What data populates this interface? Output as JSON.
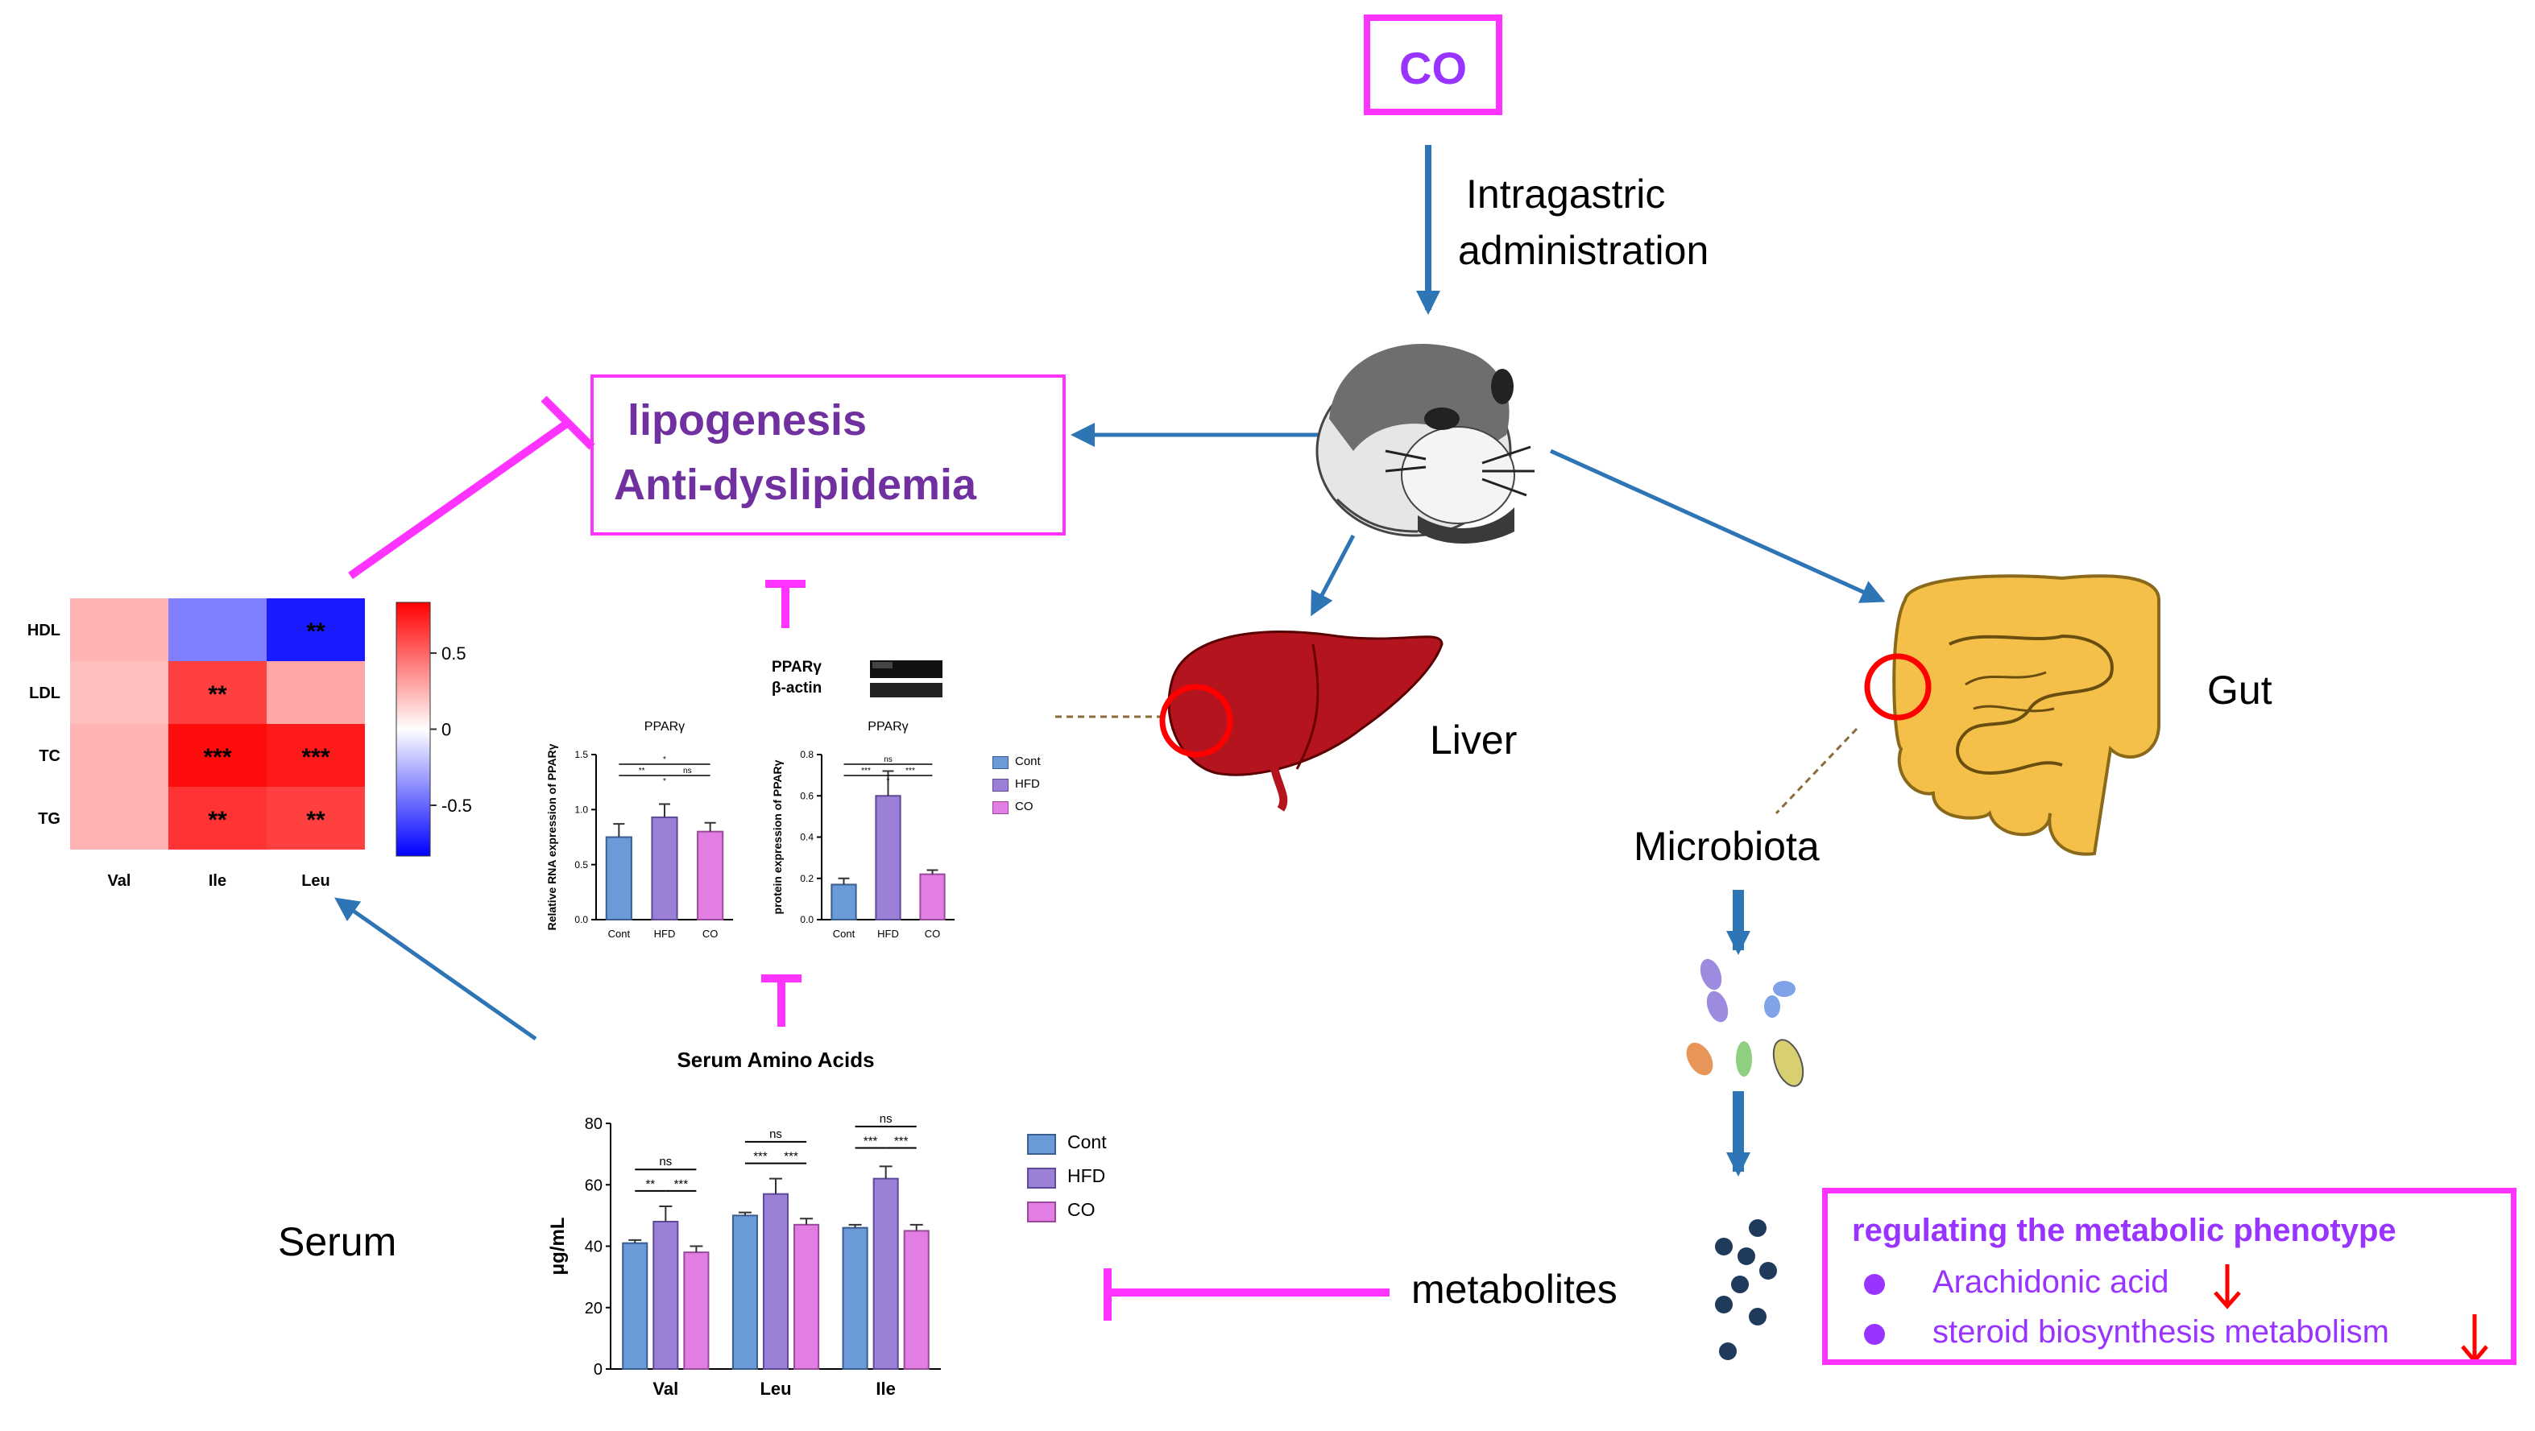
{
  "colors": {
    "magenta": "#ff33ff",
    "purple": "#7030a0",
    "violet": "#9933ff",
    "arrow_blue": "#2e75b6",
    "red": "#ff0000",
    "cont_bar": "#6a9bd8",
    "hfd_bar": "#9c7fd6",
    "co_bar": "#e27de3"
  },
  "icons": [
    "guinea-pig-icon",
    "liver-icon",
    "intestine-icon",
    "bacteria-icon",
    "metabolite-dots-icon",
    "down-arrow-icon",
    "inhibition-icon"
  ],
  "diagram": {
    "co_label": "CO",
    "administration_line1": "Intragastric",
    "administration_line2": "administration",
    "effect_line1": "lipogenesis",
    "effect_line2": "Anti-dyslipidemia",
    "liver_label": "Liver",
    "gut_label": "Gut",
    "microbiota_label": "Microbiota",
    "metabolites_label": "metabolites",
    "serum_label": "Serum",
    "phenotype": {
      "title": "regulating the metabolic phenotype",
      "items": [
        "Arachidonic acid",
        "steroid biosynthesis metabolism"
      ]
    }
  },
  "heatmap": {
    "rows": [
      "HDL",
      "LDL",
      "TC",
      "TG"
    ],
    "cols": [
      "Val",
      "Ile",
      "Leu"
    ],
    "values": [
      [
        0.3,
        -0.5,
        -0.9
      ],
      [
        0.25,
        0.75,
        0.35
      ],
      [
        0.3,
        0.95,
        0.9
      ],
      [
        0.3,
        0.8,
        0.75
      ]
    ],
    "stars": [
      [
        "",
        "",
        "**"
      ],
      [
        "",
        "**",
        ""
      ],
      [
        "",
        "***",
        "***"
      ],
      [
        "",
        "**",
        "**"
      ]
    ],
    "scale_ticks": [
      "0.5",
      "0",
      "-0.5"
    ]
  },
  "western": {
    "labels": [
      "PPARγ",
      "β-actin"
    ]
  },
  "chart_data": [
    {
      "type": "bar",
      "title": "PPARγ",
      "ylabel": "Relative RNA expression of PPARγ",
      "categories": [
        "Cont",
        "HFD",
        "CO"
      ],
      "values": [
        0.75,
        0.93,
        0.8
      ],
      "errors": [
        0.12,
        0.12,
        0.08
      ],
      "ylim": [
        0,
        1.5
      ],
      "yticks": [
        "0.0",
        "0.5",
        "1.0",
        "1.5"
      ],
      "sig": [
        "**",
        "*",
        "ns",
        "*"
      ]
    },
    {
      "type": "bar",
      "title": "PPARγ",
      "ylabel": "protein expression of PPARγ",
      "categories": [
        "Cont",
        "HFD",
        "CO"
      ],
      "values": [
        0.17,
        0.6,
        0.22
      ],
      "errors": [
        0.03,
        0.12,
        0.02
      ],
      "ylim": [
        0,
        0.8
      ],
      "yticks": [
        "0.0",
        "0.2",
        "0.4",
        "0.6",
        "0.8"
      ],
      "sig": [
        "***",
        "*",
        "***",
        "ns"
      ]
    },
    {
      "type": "bar",
      "title": "Serum Amino Acids",
      "ylabel": "μg/mL",
      "categories": [
        "Val",
        "Leu",
        "Ile"
      ],
      "series": [
        {
          "name": "Cont",
          "values": [
            41,
            50,
            46
          ]
        },
        {
          "name": "HFD",
          "values": [
            48,
            57,
            62
          ]
        },
        {
          "name": "CO",
          "values": [
            38,
            47,
            45
          ]
        }
      ],
      "errors": [
        [
          1,
          1,
          1
        ],
        [
          5,
          5,
          4
        ],
        [
          2,
          2,
          2
        ]
      ],
      "ylim": [
        0,
        80
      ],
      "yticks": [
        "0",
        "20",
        "40",
        "60",
        "80"
      ],
      "sig": [
        [
          "**",
          "***",
          "ns"
        ],
        [
          "***",
          "***",
          "ns"
        ],
        [
          "***",
          "***",
          "ns"
        ]
      ]
    }
  ],
  "legend_small": [
    "Cont",
    "HFD",
    "CO"
  ]
}
